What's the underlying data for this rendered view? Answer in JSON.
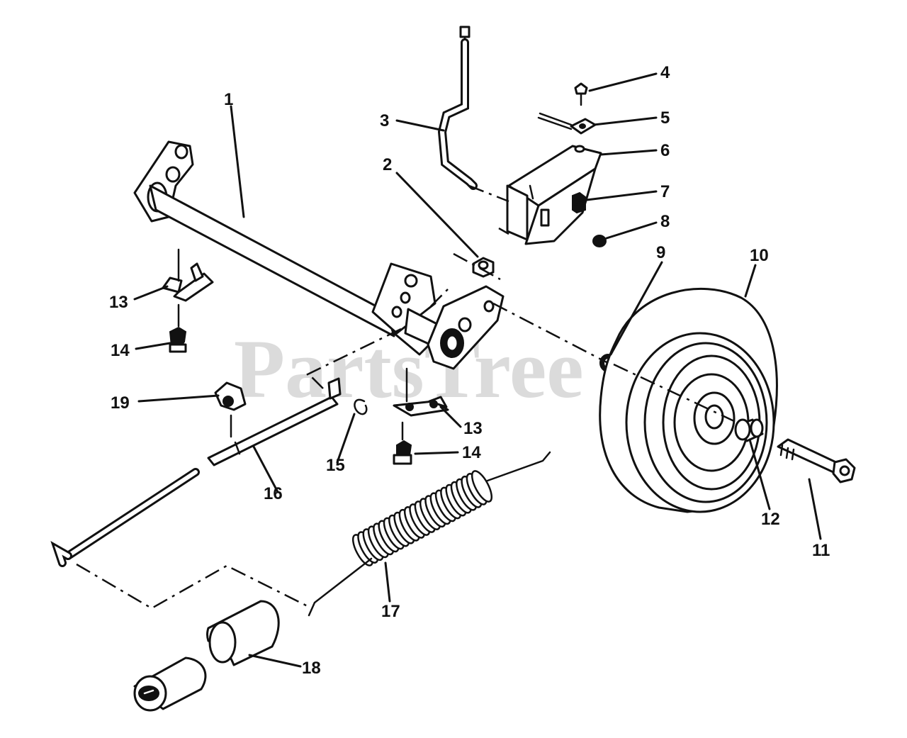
{
  "watermark": {
    "text": "PartsTree",
    "trademark": "TM"
  },
  "callouts": {
    "c1": "1",
    "c2": "2",
    "c3": "3",
    "c4": "4",
    "c5": "5",
    "c6": "6",
    "c7": "7",
    "c8": "8",
    "c9": "9",
    "c10": "10",
    "c11": "11",
    "c12": "12",
    "c13a": "13",
    "c13b": "13",
    "c14a": "14",
    "c14b": "14",
    "c15": "15",
    "c16": "16",
    "c17": "17",
    "c18": "18",
    "c19": "19"
  }
}
